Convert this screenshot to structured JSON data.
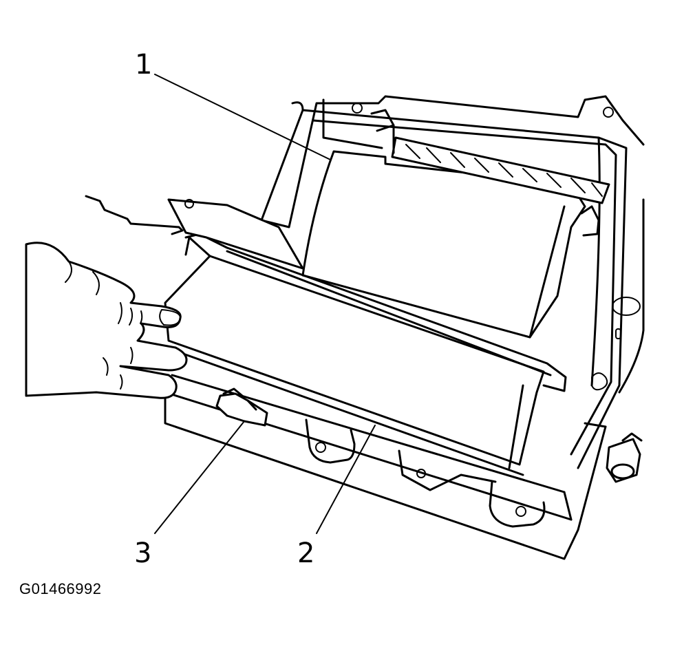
{
  "callouts": {
    "label_1": "1",
    "label_2": "2",
    "label_3": "3"
  },
  "figure_id": "G01466992",
  "colors": {
    "line": "#000000",
    "background": "#ffffff"
  }
}
